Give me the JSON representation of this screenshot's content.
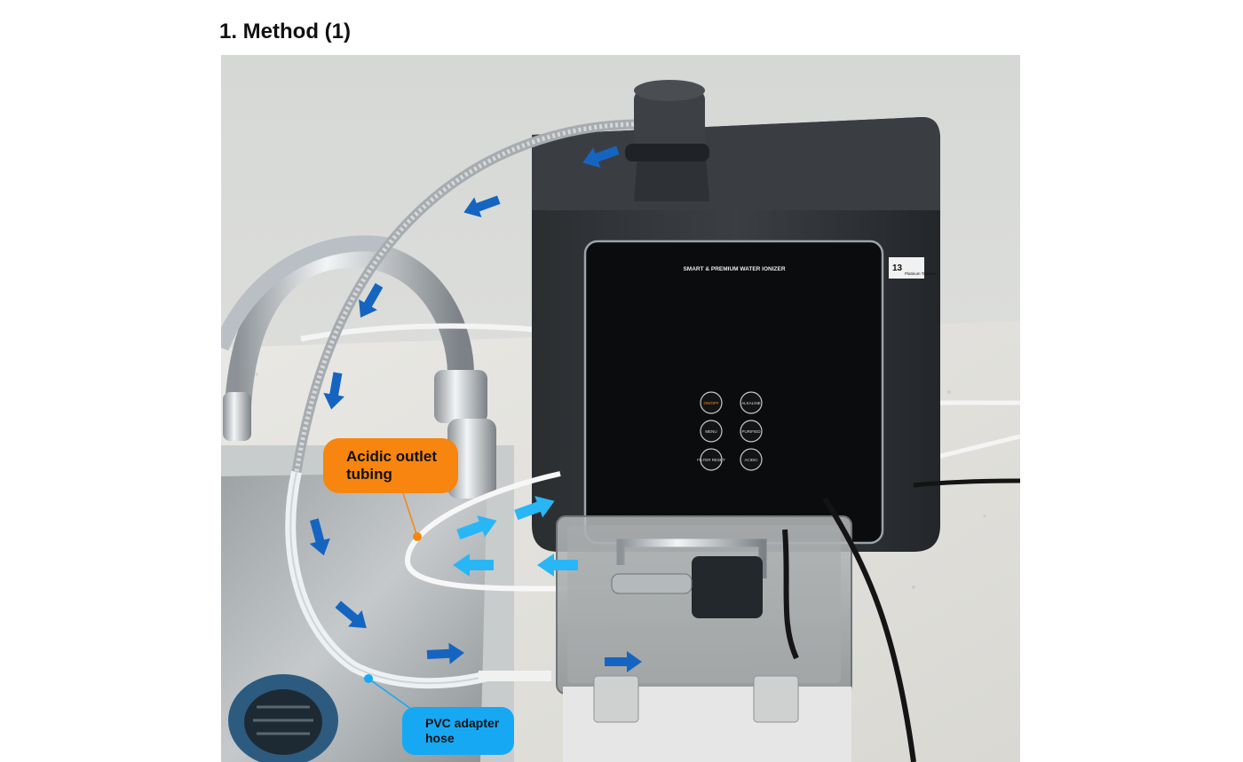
{
  "heading": "1. Method (1)",
  "photo": {
    "device_label": "SMART & PREMIUM WATER IONIZER",
    "badge": {
      "number": "13",
      "text": "Platinum Titanium"
    },
    "buttons": [
      "ON/OFF",
      "ALKALINE",
      "MENU",
      "PURIFIED",
      "FILTER RESET",
      "ACIDIC"
    ],
    "colors": {
      "flow_arrow_dark": "#1565c0",
      "flow_arrow_light": "#29b6f6"
    }
  },
  "callouts": {
    "acidic": "Acidic outlet\ntubing",
    "pvc": "PVC adapter\nhose"
  }
}
